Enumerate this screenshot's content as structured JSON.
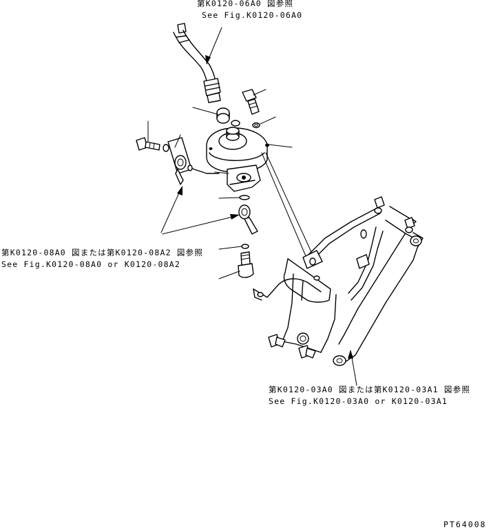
{
  "callouts": {
    "hose_ref": {
      "jp": "第K0120-06A0 図参照",
      "en": "See Fig.K0120-06A0"
    },
    "hose_end_ref": {
      "jp": "第K0120-08A0 図または第K0120-08A2 図参照",
      "en": "See Fig.K0120-08A0 or K0120-08A2"
    },
    "bracket_ref": {
      "jp": "第K0120-03A0 図または第K0120-03A1 図参照",
      "en": "See Fig.K0120-03A0 or K0120-03A1"
    }
  },
  "drawing_number": "PT64008"
}
